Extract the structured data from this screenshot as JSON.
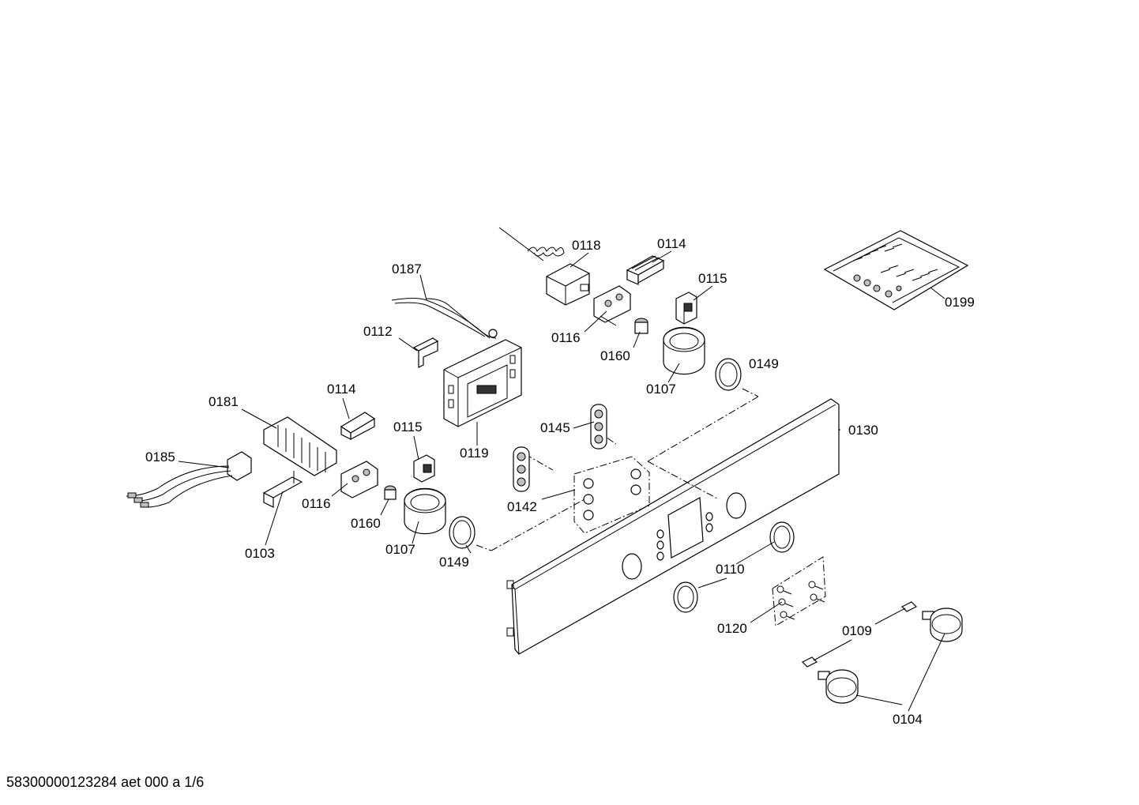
{
  "diagram": {
    "labels": {
      "p0118": "0118",
      "p0114a": "0114",
      "p0187": "0187",
      "p0115a": "0115",
      "p0199": "0199",
      "p0112": "0112",
      "p0116a": "0116",
      "p0160a": "0160",
      "p0149a": "0149",
      "p0107a": "0107",
      "p0181": "0181",
      "p0114b": "0114",
      "p0115b": "0115",
      "p0119": "0119",
      "p0145": "0145",
      "p0130": "0130",
      "p0185": "0185",
      "p0116b": "0116",
      "p0160b": "0160",
      "p0142": "0142",
      "p0103": "0103",
      "p0107b": "0107",
      "p0149b": "0149",
      "p0110": "0110",
      "p0120": "0120",
      "p0109": "0109",
      "p0104": "0104"
    }
  },
  "footer": {
    "doc_id": "58300000123284 aet 000 a 1/6"
  }
}
